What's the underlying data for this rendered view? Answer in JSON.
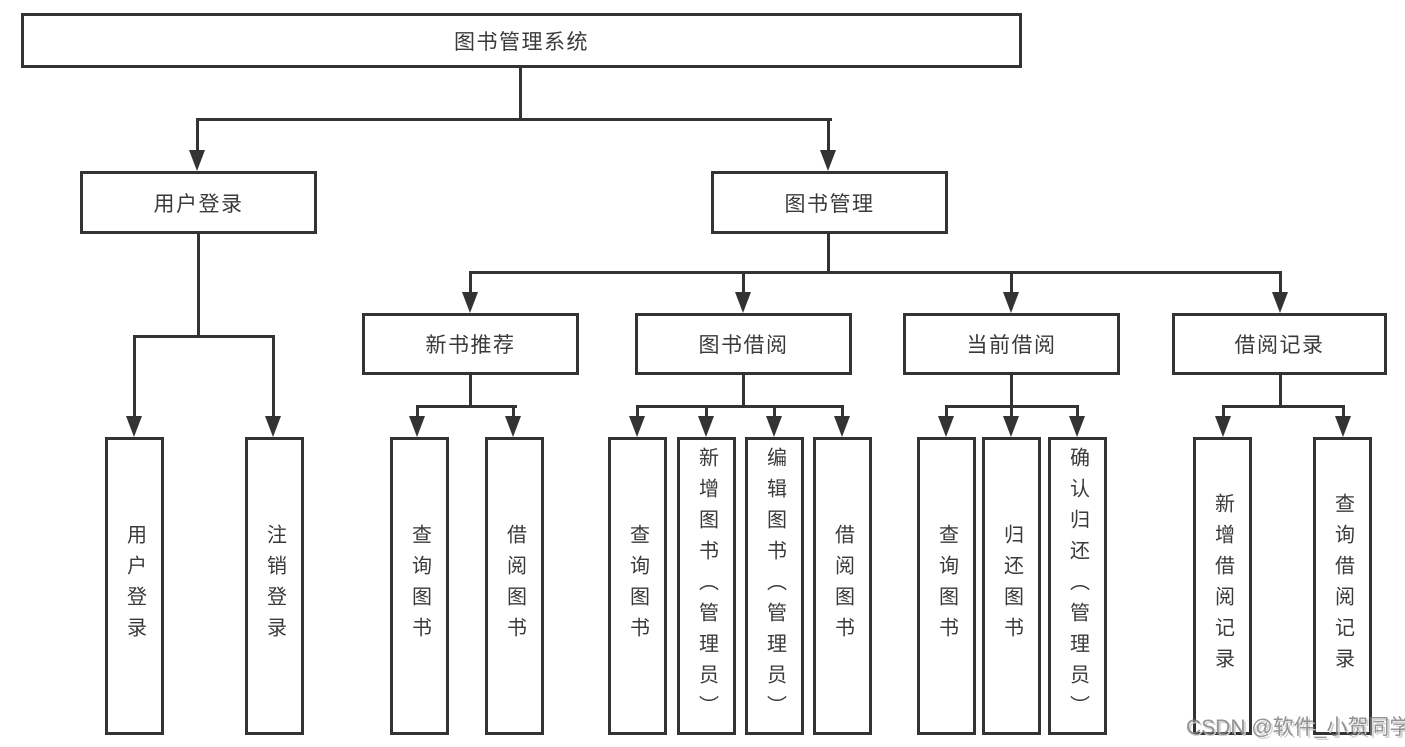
{
  "title": "图书管理系统",
  "colors": {
    "line": "#333333",
    "text": "#3a3a3a",
    "background": "#ffffff",
    "watermark": "#9e9e9e"
  },
  "watermark": {
    "text": "CSDN @软件_小贺同学"
  },
  "nodes": {
    "root": {
      "label": "图书管理系统"
    },
    "level2": {
      "user_login": {
        "label": "用户登录"
      },
      "book_management": {
        "label": "图书管理"
      }
    },
    "level3": {
      "new_book_recommend": {
        "label": "新书推荐"
      },
      "book_borrowing": {
        "label": "图书借阅"
      },
      "current_borrowing": {
        "label": "当前借阅"
      },
      "borrowing_records": {
        "label": "借阅记录"
      }
    },
    "leaves": {
      "user_login": {
        "label": "用户登录"
      },
      "logout": {
        "label": "注销登录"
      },
      "nbr_query_books": {
        "label": "查询图书"
      },
      "nbr_borrow_books": {
        "label": "借阅图书"
      },
      "bb_query_books": {
        "label": "查询图书"
      },
      "bb_add_books_admin": {
        "label": "新增图书（管理员）"
      },
      "bb_edit_books_admin": {
        "label": "编辑图书（管理员）"
      },
      "bb_borrow_books": {
        "label": "借阅图书"
      },
      "cb_query_books": {
        "label": "查询图书"
      },
      "cb_return_books": {
        "label": "归还图书"
      },
      "cb_confirm_return_admin": {
        "label": "确认归还（管理员）"
      },
      "br_add_record": {
        "label": "新增借阅记录"
      },
      "br_query_record": {
        "label": "查询借阅记录"
      }
    }
  },
  "hierarchy": [
    {
      "parent": "图书管理系统",
      "children": [
        "用户登录",
        "图书管理"
      ]
    },
    {
      "parent": "用户登录",
      "children": [
        "用户登录",
        "注销登录"
      ]
    },
    {
      "parent": "图书管理",
      "children": [
        "新书推荐",
        "图书借阅",
        "当前借阅",
        "借阅记录"
      ]
    },
    {
      "parent": "新书推荐",
      "children": [
        "查询图书",
        "借阅图书"
      ]
    },
    {
      "parent": "图书借阅",
      "children": [
        "查询图书",
        "新增图书（管理员）",
        "编辑图书（管理员）",
        "借阅图书"
      ]
    },
    {
      "parent": "当前借阅",
      "children": [
        "查询图书",
        "归还图书",
        "确认归还（管理员）"
      ]
    },
    {
      "parent": "借阅记录",
      "children": [
        "新增借阅记录",
        "查询借阅记录"
      ]
    }
  ]
}
